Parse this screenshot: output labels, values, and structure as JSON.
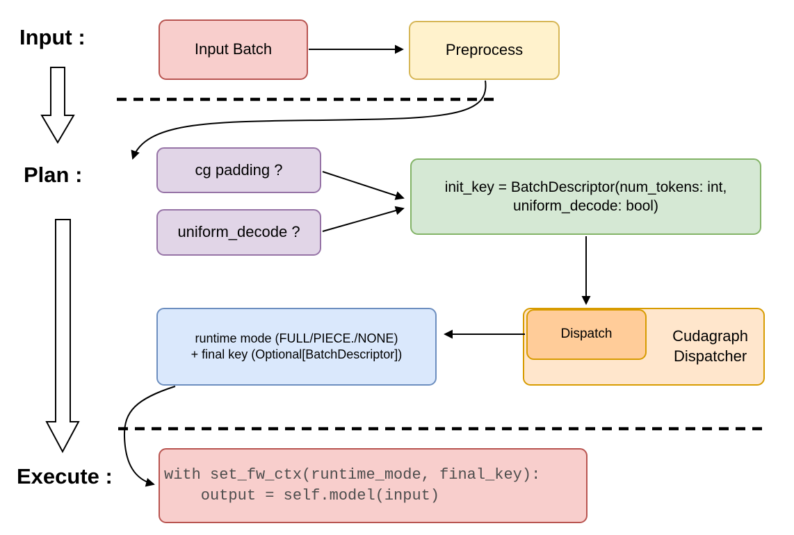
{
  "stages": {
    "input": "Input :",
    "plan": "Plan :",
    "execute": "Execute :"
  },
  "nodes": {
    "input_batch": {
      "label": "Input Batch",
      "fill": "#f8cecc",
      "border": "#b85450"
    },
    "preprocess": {
      "label": "Preprocess",
      "fill": "#fff2cc",
      "border": "#d6b656"
    },
    "cg_padding": {
      "label": "cg padding ?",
      "fill": "#e1d5e7",
      "border": "#9673a6"
    },
    "uniform_decode": {
      "label": "uniform_decode ?",
      "fill": "#e1d5e7",
      "border": "#9673a6"
    },
    "init_key": {
      "label": "init_key = BatchDescriptor(num_tokens: int,\nuniform_decode: bool)",
      "fill": "#d5e8d4",
      "border": "#82b366"
    },
    "dispatch": {
      "label": "Dispatch",
      "fill": "#ffcc99",
      "border": "#d79b00"
    },
    "cudagraph_dispatcher": {
      "label": "Cudagraph\nDispatcher",
      "fill": "#ffe6cc",
      "border": "#d79b00"
    },
    "runtime_mode": {
      "label": "runtime mode (FULL/PIECE./NONE)\n+ final key (Optional[BatchDescriptor])",
      "fill": "#dae8fc",
      "border": "#6c8ebf"
    },
    "execute_code": {
      "label": "with set_fw_ctx(runtime_mode, final_key):\n    output = self.model(input)",
      "fill": "#f8cecc",
      "border": "#b85450",
      "text_color": "#4d4d4d"
    }
  },
  "connector_color": "#000000"
}
